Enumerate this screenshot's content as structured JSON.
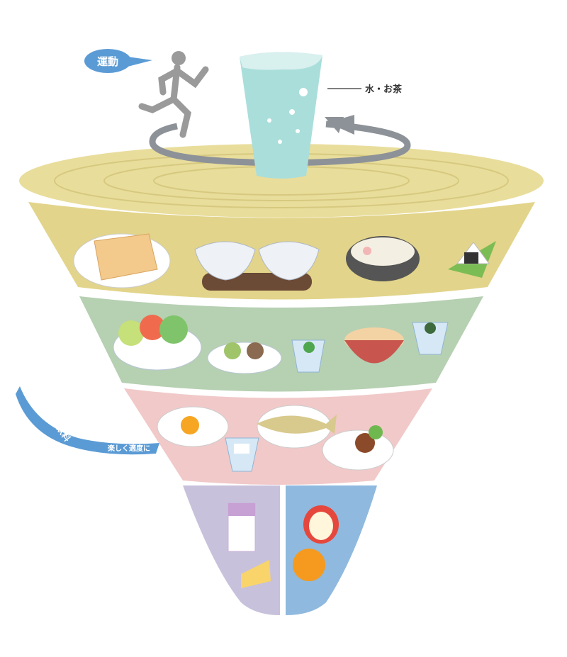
{
  "labels": {
    "exercise": "運動",
    "water_tea": "水・お茶",
    "snacks": "菓子・嗜好飲料",
    "snacks_note": "楽しく適度に"
  },
  "colors": {
    "top_disc": "#e9dd9c",
    "grains": "#e2d48a",
    "vegetables": "#b6d0b2",
    "meat_fish": "#f1c9c9",
    "dairy": "#c8c1dc",
    "fruit": "#8fb9de",
    "accent_blue": "#5b9bd5",
    "glass": "#a9dedb",
    "runner": "#9a9a9a"
  }
}
